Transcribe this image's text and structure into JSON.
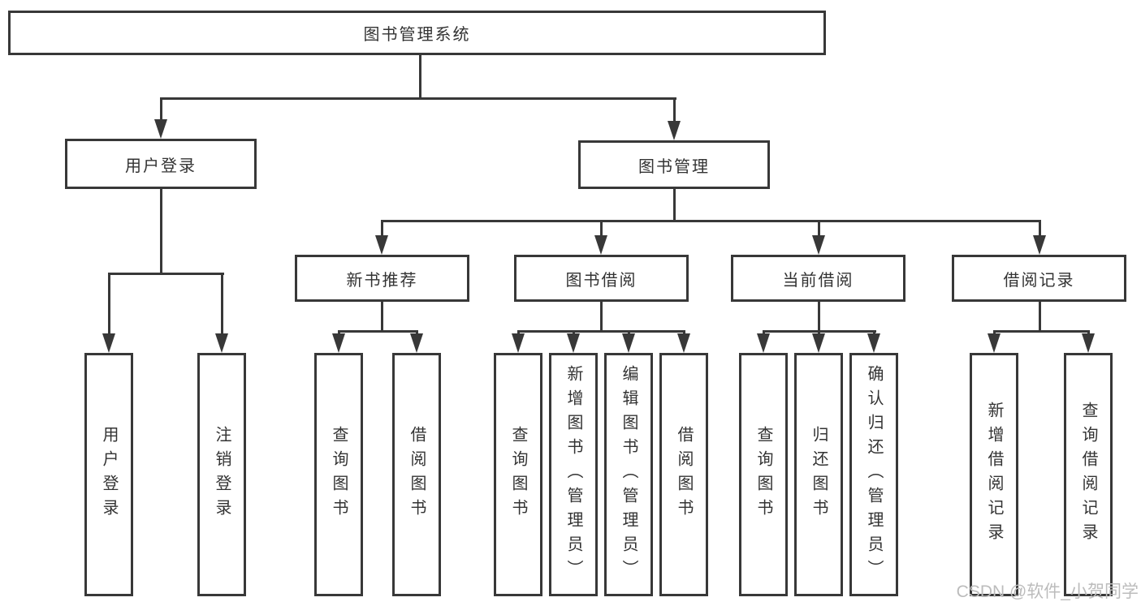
{
  "diagram": {
    "root": {
      "label": "图书管理系统"
    },
    "level2": {
      "user_login": {
        "label": "用户登录"
      },
      "book_management": {
        "label": "图书管理"
      }
    },
    "level3": {
      "new_book": {
        "label": "新书推荐"
      },
      "borrow": {
        "label": "图书借阅"
      },
      "current": {
        "label": "当前借阅"
      },
      "records": {
        "label": "借阅记录"
      }
    },
    "leaves": {
      "user_login": [
        "用户登录",
        "注销登录"
      ],
      "new_book": [
        "查询图书",
        "借阅图书"
      ],
      "borrow": [
        "查询图书",
        "新增图书（管理员）",
        "编辑图书（管理员）",
        "借阅图书"
      ],
      "current": [
        "查询图书",
        "归还图书",
        "确认归还（管理员）"
      ],
      "records": [
        "新增借阅记录",
        "查询借阅记录"
      ]
    }
  },
  "watermark": {
    "text": "CSDN @软件_小贺同学"
  },
  "colors": {
    "line": "#383838",
    "text": "#333333",
    "box_bg": "#ffffff",
    "background": "#ffffff",
    "watermark": "#bcbcbc"
  }
}
